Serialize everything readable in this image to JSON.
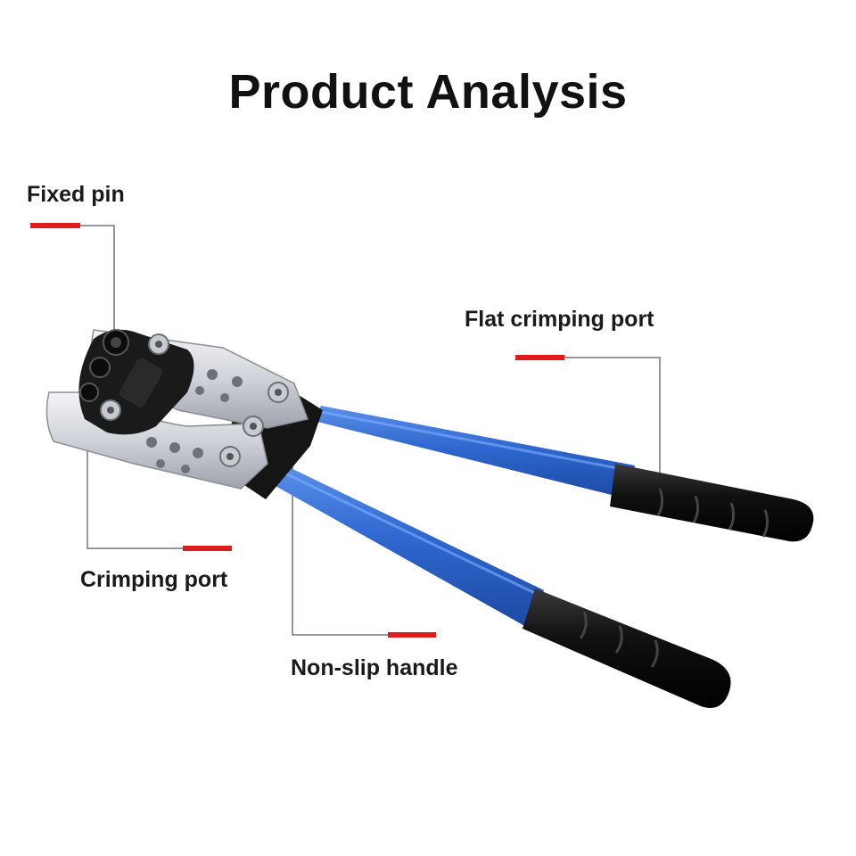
{
  "title": "Product Analysis",
  "labels": {
    "fixed_pin": "Fixed pin",
    "flat_crimping_port": "Flat crimping port",
    "crimping_port": "Crimping port",
    "non_slip_handle": "Non-slip handle"
  },
  "colors": {
    "accent": "#e01b1b",
    "handle_blue": "#2f67cf",
    "grip_black": "#141414",
    "steel": "#d9dbe0"
  }
}
